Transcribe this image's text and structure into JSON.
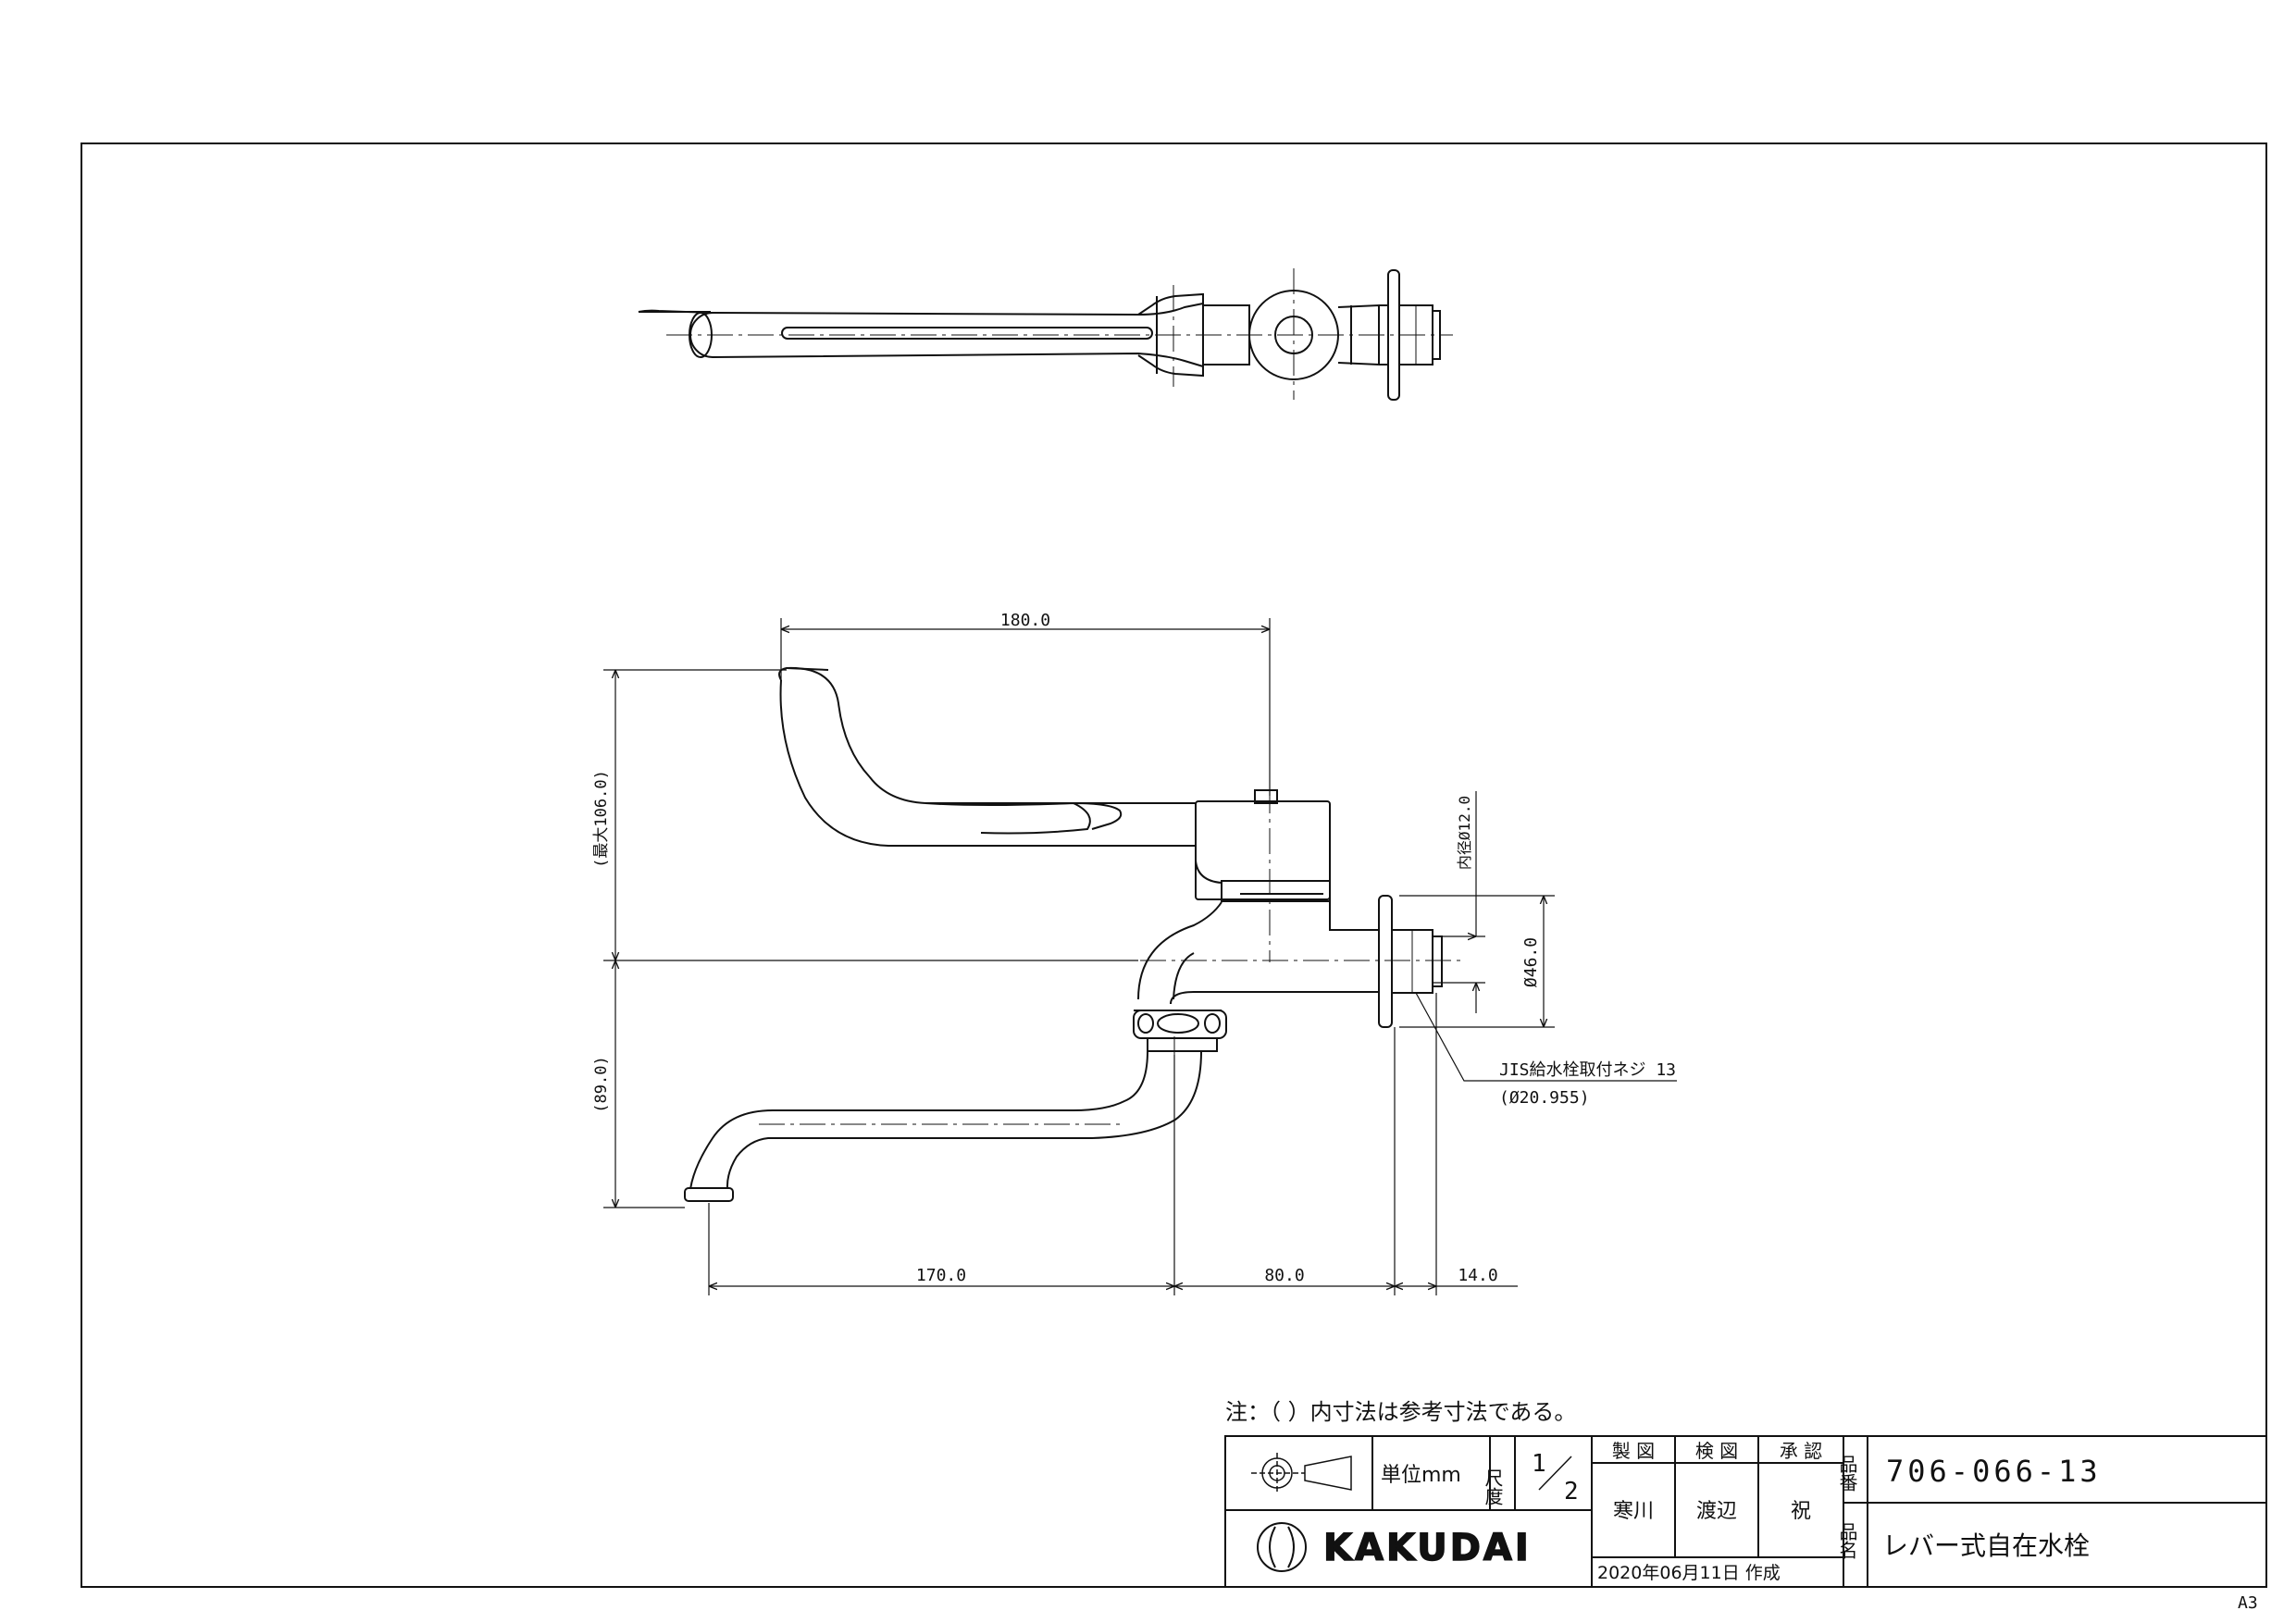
{
  "sheet": {
    "size_label": "A3"
  },
  "dimensions": {
    "top_width": "180.0",
    "max_height": "(最大106.0)",
    "lower_height": "(89.0)",
    "inner_diameter": "内径Ø12.0",
    "flange_diameter": "Ø46.0",
    "spout_reach": "170.0",
    "body_length": "80.0",
    "thread_length": "14.0"
  },
  "callout": {
    "thread_spec": "JIS給水栓取付ネジ 13",
    "thread_diameter": "(Ø20.955)"
  },
  "note": "注：（ ）内寸法は参考寸法である。",
  "title_block": {
    "unit_label": "単位mm",
    "scale_label": "尺度",
    "scale_num": "1",
    "scale_den": "2",
    "col_drawn": "製 図",
    "col_checked": "検 図",
    "col_approved": "承 認",
    "drawn_by": "寒川",
    "checked_by": "渡辺",
    "approved_by": "祝",
    "part_no_label": "品番",
    "part_no": "706-066-13",
    "name_label": "品名",
    "product_name": "レバー式自在水栓",
    "date_line": "2020年06月11日 作成",
    "brand": "KAKUDAI"
  }
}
